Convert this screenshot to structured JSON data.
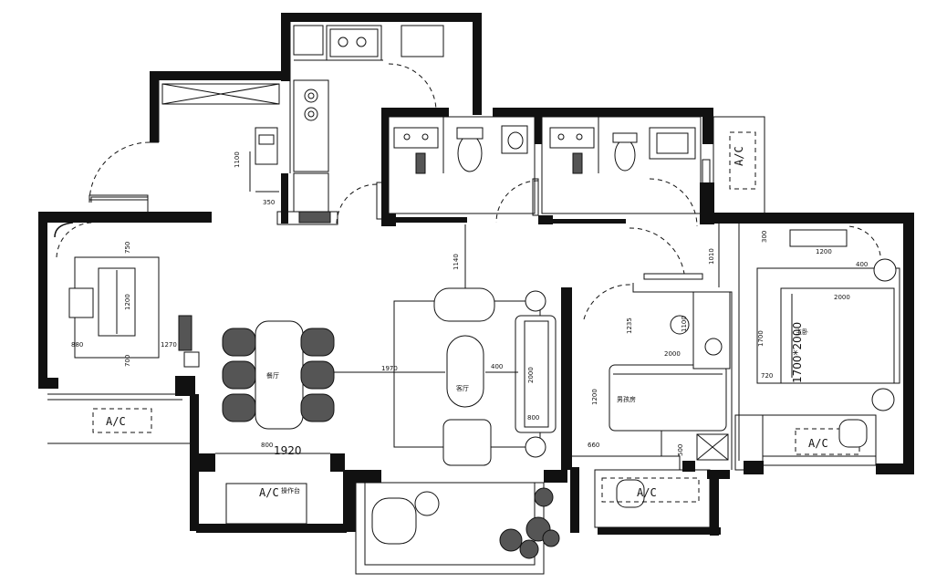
{
  "ac_labels": [
    "A/C",
    "A/C",
    "A/C",
    "A/C",
    "A/C"
  ],
  "room_labels": {
    "master": "主卧",
    "boys_room": "男孩房",
    "sofa_area": "客厅",
    "dining": "餐厅",
    "workbench": "操作台"
  },
  "dimensions": {
    "d1100": "1100",
    "d350": "350",
    "d750": "750",
    "d1200a": "1200",
    "d880": "880",
    "d1270": "1270",
    "d700": "700",
    "d800a": "800",
    "d1920": "1920",
    "d1140": "1140",
    "d1970": "1970",
    "d400a": "400",
    "d2000a": "2000",
    "d800b": "800",
    "d1235": "1235",
    "d1100b": "1100",
    "d2000b": "2000",
    "d1200b": "1200",
    "d660": "660",
    "d500": "500",
    "d1010": "1010",
    "d300": "300",
    "d1200c": "1200",
    "d400b": "400",
    "d2000c": "2000",
    "d1700": "1700",
    "d720": "720",
    "bed_size": "1700*2000"
  }
}
